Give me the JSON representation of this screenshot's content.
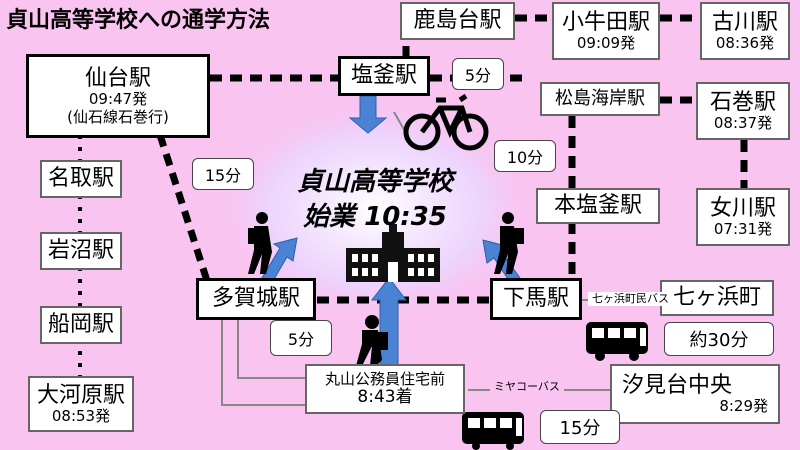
{
  "title": "貞山高等学校への通学方法",
  "school": {
    "name": "貞山高等学校",
    "start": "始業 10:35"
  },
  "stations": {
    "sendai": {
      "name": "仙台駅",
      "time": "09:47発",
      "note": "(仙石線石巻行)"
    },
    "natori": {
      "name": "名取駅"
    },
    "iwanuma": {
      "name": "岩沼駅"
    },
    "funaoka": {
      "name": "船岡駅"
    },
    "ogawara": {
      "name": "大河原駅",
      "time": "08:53発"
    },
    "shiogama": {
      "name": "塩釜駅"
    },
    "kashimadai": {
      "name": "鹿島台駅"
    },
    "kogota": {
      "name": "小牛田駅",
      "time": "09:09発"
    },
    "furukawa": {
      "name": "古川駅",
      "time": "08:36発"
    },
    "matsushima": {
      "name": "松島海岸駅"
    },
    "ishinomaki": {
      "name": "石巻駅",
      "time": "08:37発"
    },
    "honshiogama": {
      "name": "本塩釜駅"
    },
    "onagawa": {
      "name": "女川駅",
      "time": "07:31発"
    },
    "tagajo": {
      "name": "多賀城駅"
    },
    "geba": {
      "name": "下馬駅"
    },
    "shichigahama": {
      "name": "七ヶ浜町"
    },
    "maruyama": {
      "name": "丸山公務員住宅前",
      "time": "8:43着"
    },
    "shiomidai": {
      "name": "汐見台中央",
      "time": "8:29発"
    }
  },
  "bus_lines": {
    "shichigahama": "七ヶ浜町民バス",
    "miyako": "ミヤコーバス"
  },
  "bubbles": {
    "bike": "5分",
    "tagajo_walk": "15分",
    "geba_walk": "10分",
    "maruyama_walk": "5分",
    "bus_shichigahama": "約30分",
    "bus_miyako": "15分"
  },
  "icons": [
    "bicycle-icon",
    "walker-icon",
    "bus-icon",
    "school-building-icon"
  ],
  "colors": {
    "background": "#f9c4f0",
    "arrow": "#4a82d4",
    "rail": "#000000",
    "road": "#888888"
  }
}
